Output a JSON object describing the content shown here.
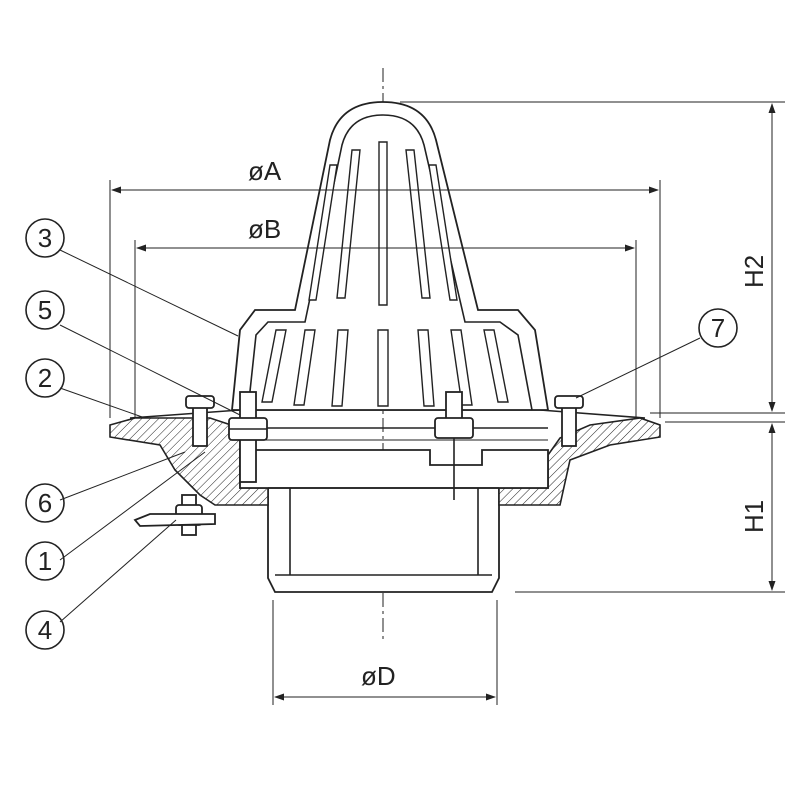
{
  "dimensions": {
    "diameter_a": "øA",
    "diameter_b": "øB",
    "diameter_d": "øD",
    "height_1": "H1",
    "height_2": "H2"
  },
  "callouts": {
    "c1": "1",
    "c2": "2",
    "c3": "3",
    "c4": "4",
    "c5": "5",
    "c6": "6",
    "c7": "7"
  },
  "colors": {
    "line": "#222222",
    "background": "#ffffff"
  }
}
